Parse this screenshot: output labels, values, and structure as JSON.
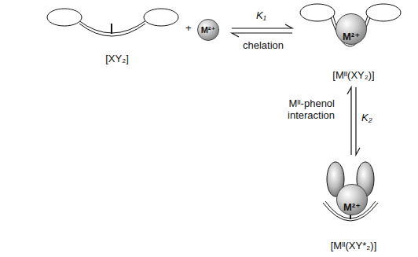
{
  "diagram": {
    "nodes": [
      {
        "text": [
          "[XY₂]"
        ]
      },
      {
        "text": [
          "M²⁺"
        ]
      },
      {
        "text": [
          "[Mᴵᴵ(XY₂)]"
        ]
      },
      {
        "text": [
          "M²⁺"
        ],
        "in": 2
      },
      {
        "text": [
          "[Mᴵᴵ(XY*₂)]"
        ]
      },
      {
        "text": [
          "M²⁺"
        ],
        "in": 4
      }
    ],
    "edges": [
      {
        "from": 1,
        "to": 2,
        "arrow": "both"
      },
      {
        "from": 2,
        "to": 4,
        "arrow": "both"
      }
    ],
    "labels": [
      "+",
      "K₁",
      "chelation",
      "Mᴵᴵ-phenol interaction",
      "K₂"
    ]
  }
}
